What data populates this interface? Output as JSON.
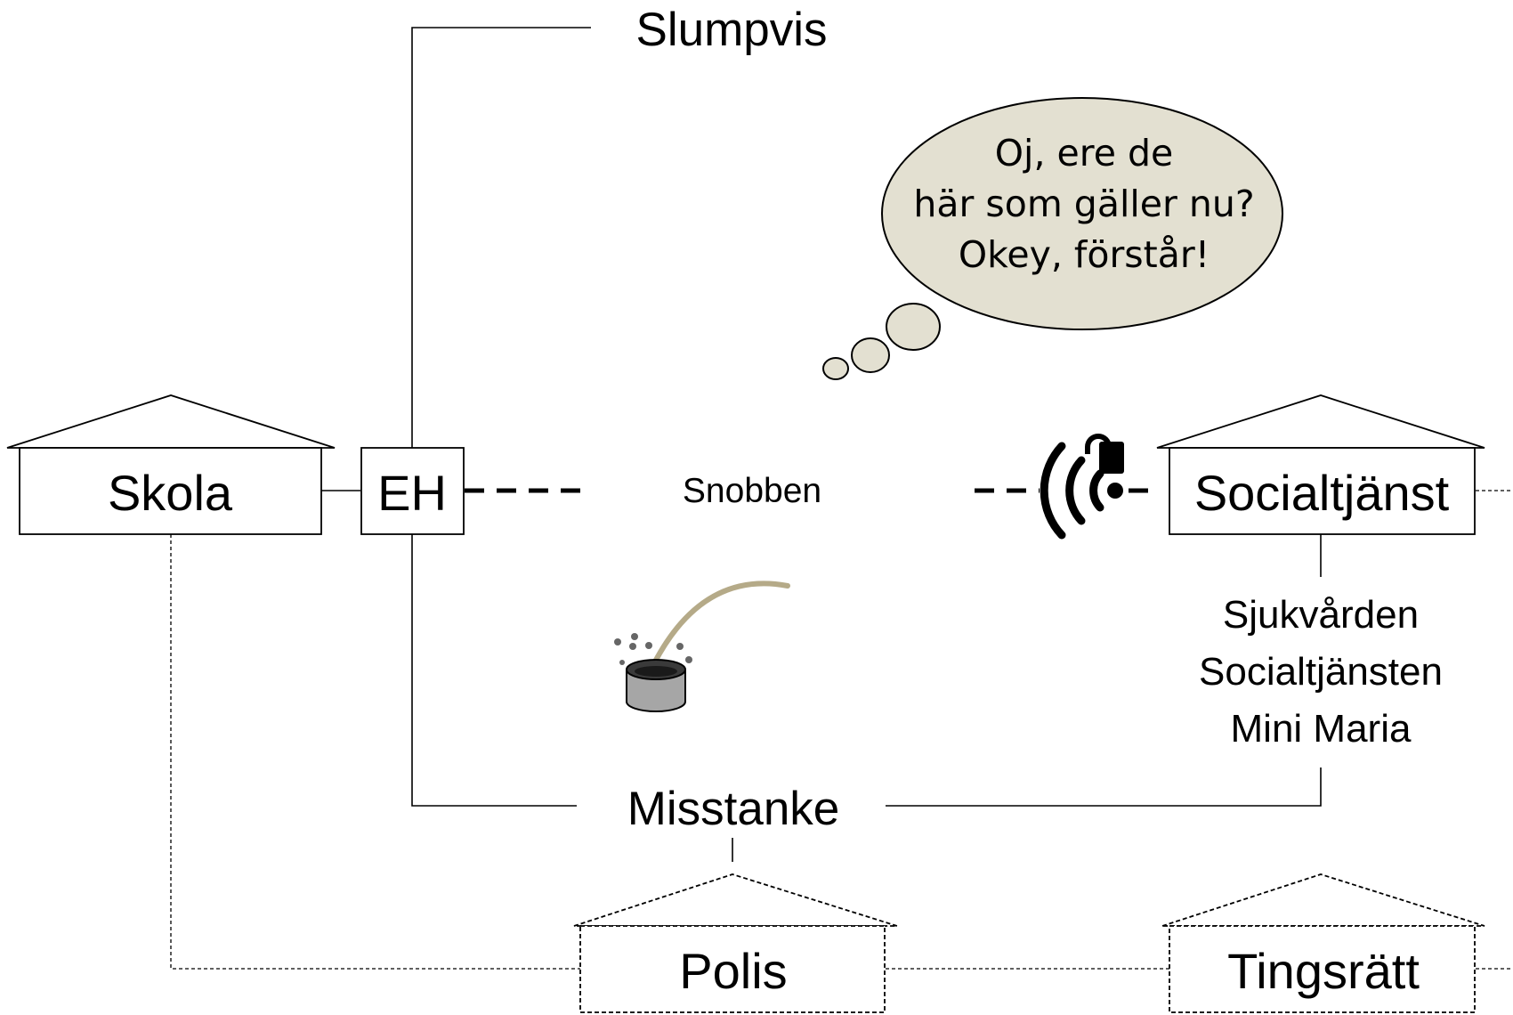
{
  "nodes": {
    "skola": "Skola",
    "eh": "EH",
    "socialtjanst": "Socialtjänst",
    "polis": "Polis",
    "tingsratt": "Tingsrätt"
  },
  "labels": {
    "slumpvis": "Slumpvis",
    "snobben": "Snobben",
    "misstanke": "Misstanke"
  },
  "services": [
    "Sjukvården",
    "Socialtjänsten",
    "Mini Maria"
  ],
  "thought_bubble": {
    "lines": [
      "Oj, ere de",
      "här som gäller nu?",
      "Okey, förstår!"
    ],
    "fill": "#e3e0d1"
  },
  "icons": {
    "wifi_lock": "wifi-lock-icon",
    "cup": "sample-cup-icon"
  },
  "colors": {
    "stroke": "#000000",
    "bubble": "#e3e0d1",
    "cup_body": "#a6a6a6",
    "straw": "#b5aa88"
  }
}
